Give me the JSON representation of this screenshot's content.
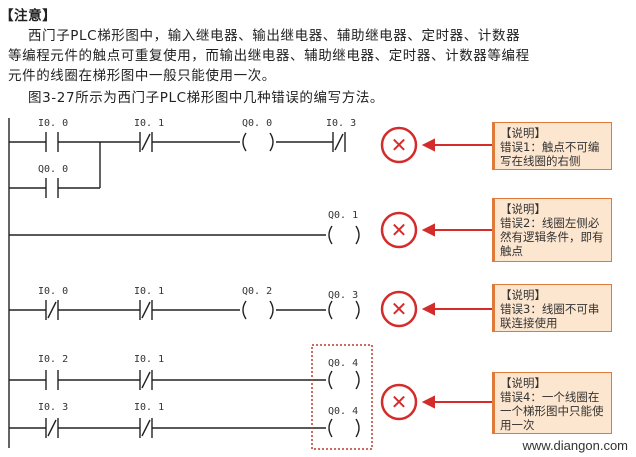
{
  "note": {
    "heading": "【注意】",
    "line1": "西门子PLC梯形图中，输入继电器、输出继电器、辅助继电器、定时器、计数器",
    "line2": "等编程元件的触点可重复使用，而输出继电器、辅助继电器、定时器、计数器等编程",
    "line3": "元件的线圈在梯形图中一般只能使用一次。",
    "line4": "图3-27所示为西门子PLC梯形图中几种错误的编写方法。"
  },
  "rungs": [
    {
      "labels": [
        "I0. 0",
        "I0. 1",
        "Q0. 0",
        "I0. 3",
        "Q0. 0"
      ]
    },
    {
      "labels": [
        "Q0. 1"
      ]
    },
    {
      "labels": [
        "I0. 0",
        "I0. 1",
        "Q0. 2",
        "Q0. 3"
      ]
    },
    {
      "labels": [
        "I0. 2",
        "I0. 1",
        "Q0. 4",
        "I0. 3",
        "I0. 1",
        "Q0. 4"
      ]
    }
  ],
  "notes": [
    {
      "title": "【说明】",
      "text": "错误1：触点不可编写在线圈的右侧"
    },
    {
      "title": "【说明】",
      "text": "错误2：线圈左侧必然有逻辑条件，即有触点"
    },
    {
      "title": "【说明】",
      "text": "错误3：线圈不可串联连接使用"
    },
    {
      "title": "【说明】",
      "text": "错误4：一个线圈在一个梯形图中只能使用一次"
    }
  ],
  "error_symbol": "✕",
  "watermark": "www.diangon.com",
  "colors": {
    "accent": "#d42b2b",
    "note_bg": "#fde6cf",
    "note_border": "#e07a3a",
    "frame": "#c0392b"
  }
}
